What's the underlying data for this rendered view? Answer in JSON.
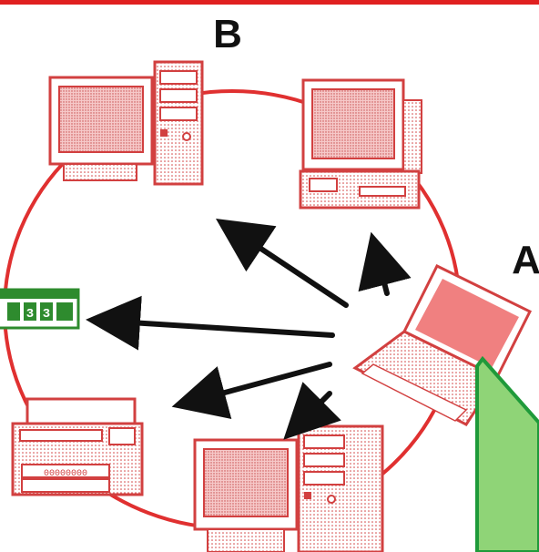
{
  "diagram": {
    "labels": {
      "b": "B",
      "a": "A"
    },
    "switch_digits": [
      "3",
      "3"
    ],
    "printer_tray_pattern": "00000000",
    "colors": {
      "frame": "#e02020",
      "ring": "#e03030",
      "device": "#d24040",
      "laptop_screen": "#f08080",
      "switch": "#2e8b2e",
      "arrow": "#111111",
      "callout_fill": "#8fd477",
      "callout_stroke": "#1f9a3a"
    }
  }
}
